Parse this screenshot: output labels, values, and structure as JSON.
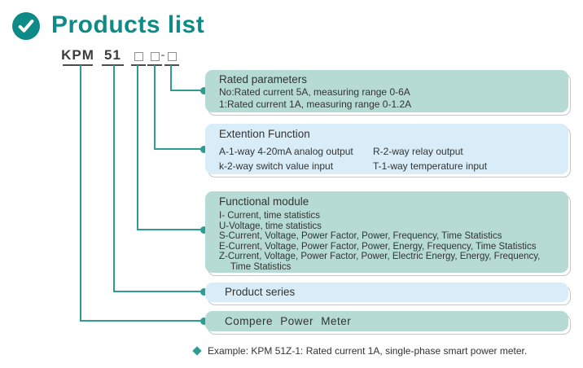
{
  "colors": {
    "accent_teal": "#0e8b87",
    "line_teal": "#2f9c94",
    "box_teal_bg": "#b5dbd4",
    "box_blue_bg": "#d9edf9",
    "text_dark": "#333333",
    "underline_gray": "#4c4c4c",
    "square_gray": "#8f8f8f",
    "shadow_gray": "#c6c6c6"
  },
  "header": {
    "title": "Products list",
    "icon": "check-circle-icon"
  },
  "model": {
    "prefix": "KPM",
    "series": "51",
    "separator": "-",
    "placeholder_count": 3
  },
  "callouts": [
    {
      "id": "rated-parameters",
      "style": "teal",
      "title": "Rated parameters",
      "lines": [
        "No:Rated current 5A, measuring range 0-6A",
        "1:Rated current 1A, measuring range 0-1.2A"
      ]
    },
    {
      "id": "extention-function",
      "style": "blue",
      "title": "Extention Function",
      "columns": [
        [
          "A-1-way 4-20mA analog output",
          "k-2-way switch value input"
        ],
        [
          "R-2-way relay output",
          "T-1-way temperature input"
        ]
      ]
    },
    {
      "id": "functional-module",
      "style": "teal",
      "title": "Functional module",
      "lines": [
        "I- Current, time statistics",
        "U-Voltage, time statistics",
        "S-Current, Voltage, Power Factor, Power, Frequency, Time Statistics",
        "E-Current, Voltage, Power Factor, Power, Energy, Frequency, Time Statistics",
        "Z-Current, Voltage, Power Factor, Power, Electric Energy, Energy, Frequency,",
        "Time Statistics"
      ]
    },
    {
      "id": "product-series",
      "style": "blue",
      "title": "Product series",
      "lines": []
    },
    {
      "id": "compere-power-meter",
      "style": "teal",
      "title": "Compere Power Meter",
      "lines": []
    }
  ],
  "example": {
    "bullet": "diamond-icon",
    "text": "Example: KPM 51Z-1: Rated current 1A, single-phase smart power meter."
  }
}
